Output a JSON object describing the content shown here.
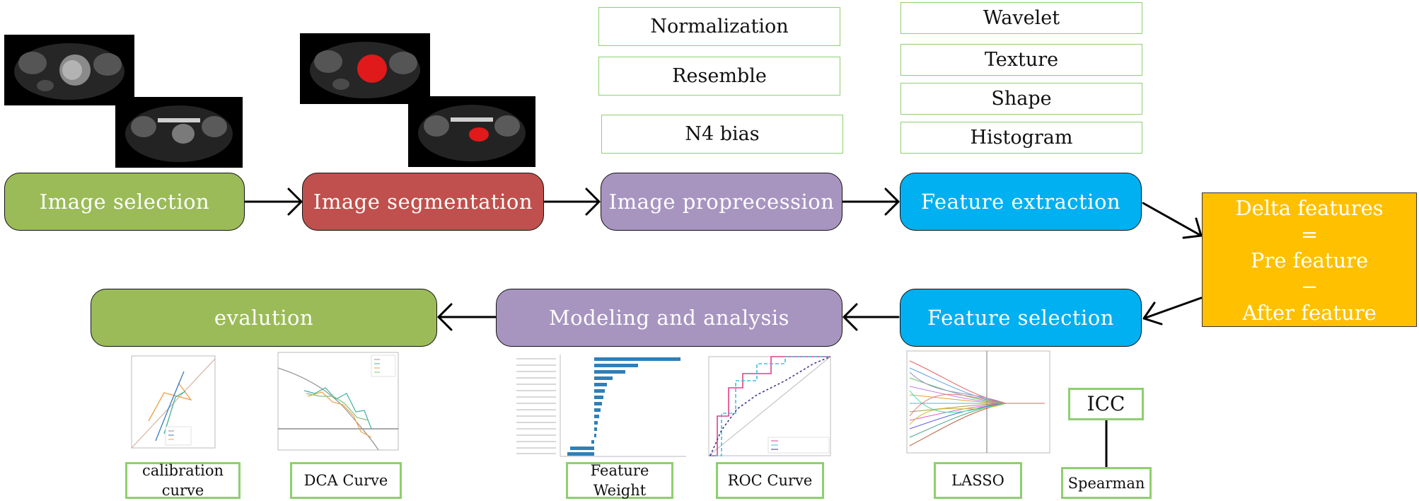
{
  "stages": {
    "image_selection": "Image selection",
    "image_segmentation": "Image segmentation",
    "image_preprocession": "Image proprecession",
    "feature_extraction": "Feature extraction",
    "feature_selection": "Feature selection",
    "modeling": "Modeling and analysis",
    "evaluation": "evalution"
  },
  "delta": {
    "line1": "Delta features",
    "line2": "=",
    "line3": "Pre feature",
    "line4": "−",
    "line5": "After feature"
  },
  "preprocessing": [
    "Normalization",
    "Resemble",
    "N4 bias"
  ],
  "feature_types": [
    "Wavelet",
    "Texture",
    "Shape",
    "Histogram"
  ],
  "selection_methods": {
    "icc": "ICC",
    "spearman": "Spearman",
    "lasso": "LASSO"
  },
  "evaluation_plots": {
    "calibration_line1": "calibration",
    "calibration_line2": "curve",
    "dca": "DCA Curve",
    "roc": "ROC Curve",
    "feature_weight_line1": "Feature",
    "feature_weight_line2": "Weight"
  },
  "colors": {
    "green": "#9bbb59",
    "red": "#c0504d",
    "purple": "#a795c0",
    "blue": "#00b0f0",
    "orange": "#ffc000",
    "label_border": "#8ecf70"
  }
}
